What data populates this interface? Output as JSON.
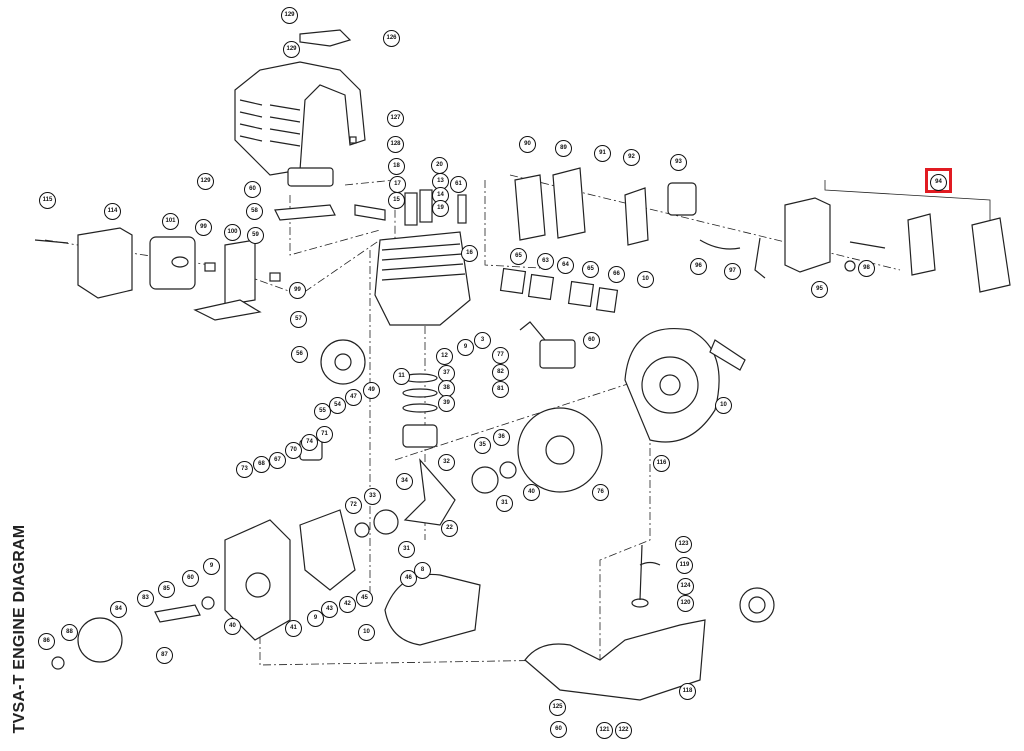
{
  "title": "TVSA-T ENGINE DIAGRAM",
  "highlight_color": "#e11b22",
  "highlighted_part": "94",
  "callouts": [
    "129",
    "126",
    "129",
    "127",
    "128",
    "129",
    "60",
    "58",
    "59",
    "18",
    "17",
    "15",
    "20",
    "13",
    "14",
    "19",
    "61",
    "16",
    "115",
    "114",
    "101",
    "99",
    "100",
    "99",
    "57",
    "90",
    "89",
    "91",
    "92",
    "93",
    "94",
    "96",
    "97",
    "95",
    "98",
    "65",
    "63",
    "64",
    "65",
    "66",
    "10",
    "3",
    "77",
    "82",
    "81",
    "60",
    "10",
    "116",
    "56",
    "55",
    "54",
    "47",
    "49",
    "9",
    "12",
    "11",
    "37",
    "38",
    "39",
    "36",
    "35",
    "34",
    "32",
    "73",
    "68",
    "67",
    "70",
    "74",
    "71",
    "72",
    "33",
    "31",
    "40",
    "22",
    "31",
    "76",
    "9",
    "60",
    "43",
    "42",
    "9",
    "41",
    "40",
    "85",
    "83",
    "84",
    "88",
    "87",
    "86",
    "45",
    "46",
    "8",
    "10",
    "123",
    "119",
    "124",
    "120",
    "118",
    "125",
    "60",
    "121",
    "122"
  ]
}
